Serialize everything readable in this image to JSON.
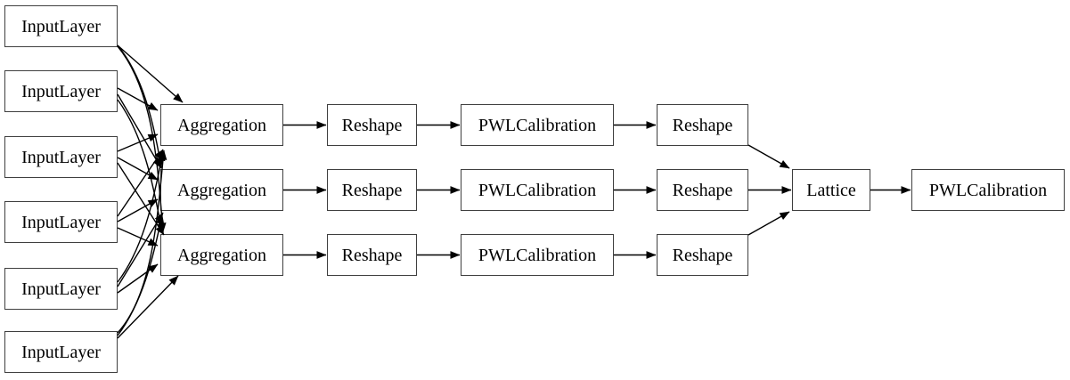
{
  "diagram": {
    "type": "model-graph",
    "background_color": "#ffffff",
    "box_fill_color": "#ffffff",
    "box_border_color": "#3f3f3f",
    "edge_color": "#000000",
    "text_color": "#000000",
    "nodes": [
      {
        "id": "input-1",
        "label": "InputLayer"
      },
      {
        "id": "input-2",
        "label": "InputLayer"
      },
      {
        "id": "input-3",
        "label": "InputLayer"
      },
      {
        "id": "input-4",
        "label": "InputLayer"
      },
      {
        "id": "input-5",
        "label": "InputLayer"
      },
      {
        "id": "input-6",
        "label": "InputLayer"
      },
      {
        "id": "aggregation-1",
        "label": "Aggregation"
      },
      {
        "id": "aggregation-2",
        "label": "Aggregation"
      },
      {
        "id": "aggregation-3",
        "label": "Aggregation"
      },
      {
        "id": "reshape-a-1",
        "label": "Reshape"
      },
      {
        "id": "reshape-a-2",
        "label": "Reshape"
      },
      {
        "id": "reshape-a-3",
        "label": "Reshape"
      },
      {
        "id": "pwlcalibration-1",
        "label": "PWLCalibration"
      },
      {
        "id": "pwlcalibration-2",
        "label": "PWLCalibration"
      },
      {
        "id": "pwlcalibration-3",
        "label": "PWLCalibration"
      },
      {
        "id": "reshape-b-1",
        "label": "Reshape"
      },
      {
        "id": "reshape-b-2",
        "label": "Reshape"
      },
      {
        "id": "reshape-b-3",
        "label": "Reshape"
      },
      {
        "id": "lattice",
        "label": "Lattice"
      },
      {
        "id": "pwlcalibration-out",
        "label": "PWLCalibration"
      }
    ],
    "edges": [
      {
        "from": "input-1",
        "to": "aggregation-1"
      },
      {
        "from": "input-1",
        "to": "aggregation-2"
      },
      {
        "from": "input-1",
        "to": "aggregation-3"
      },
      {
        "from": "input-2",
        "to": "aggregation-1"
      },
      {
        "from": "input-2",
        "to": "aggregation-2"
      },
      {
        "from": "input-2",
        "to": "aggregation-3"
      },
      {
        "from": "input-3",
        "to": "aggregation-1"
      },
      {
        "from": "input-3",
        "to": "aggregation-2"
      },
      {
        "from": "input-3",
        "to": "aggregation-3"
      },
      {
        "from": "input-4",
        "to": "aggregation-1"
      },
      {
        "from": "input-4",
        "to": "aggregation-2"
      },
      {
        "from": "input-4",
        "to": "aggregation-3"
      },
      {
        "from": "input-5",
        "to": "aggregation-1"
      },
      {
        "from": "input-5",
        "to": "aggregation-2"
      },
      {
        "from": "input-5",
        "to": "aggregation-3"
      },
      {
        "from": "input-6",
        "to": "aggregation-1"
      },
      {
        "from": "input-6",
        "to": "aggregation-2"
      },
      {
        "from": "input-6",
        "to": "aggregation-3"
      },
      {
        "from": "aggregation-1",
        "to": "reshape-a-1"
      },
      {
        "from": "aggregation-2",
        "to": "reshape-a-2"
      },
      {
        "from": "aggregation-3",
        "to": "reshape-a-3"
      },
      {
        "from": "reshape-a-1",
        "to": "pwlcalibration-1"
      },
      {
        "from": "reshape-a-2",
        "to": "pwlcalibration-2"
      },
      {
        "from": "reshape-a-3",
        "to": "pwlcalibration-3"
      },
      {
        "from": "pwlcalibration-1",
        "to": "reshape-b-1"
      },
      {
        "from": "pwlcalibration-2",
        "to": "reshape-b-2"
      },
      {
        "from": "pwlcalibration-3",
        "to": "reshape-b-3"
      },
      {
        "from": "reshape-b-1",
        "to": "lattice"
      },
      {
        "from": "reshape-b-2",
        "to": "lattice"
      },
      {
        "from": "reshape-b-3",
        "to": "lattice"
      },
      {
        "from": "lattice",
        "to": "pwlcalibration-out"
      }
    ]
  }
}
